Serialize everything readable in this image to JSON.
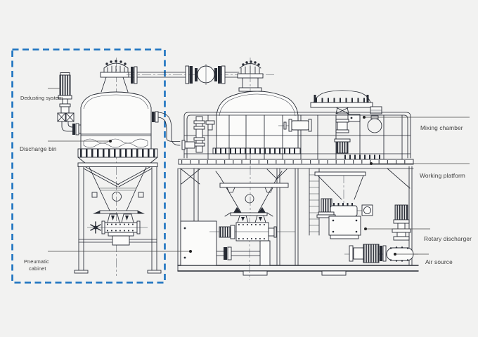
{
  "canvas": {
    "background": "#f2f2f1",
    "drawing_line_color": "#262a33",
    "highlight_box_color": "#1c73c0",
    "label_text_color": "#3d3d3d"
  },
  "diagram": {
    "labels": {
      "dedusting_system": "Dedusting system",
      "discharge_bin": "Discharge bin",
      "pneumatic_cabinet_line1": "Pneumatic",
      "pneumatic_cabinet_line2": "cabinet",
      "mixing_chamber": "Mixing chamber",
      "working_platform": "Working platform",
      "rotary_discharger": "Rotary discharger",
      "air_source": "Air source"
    }
  }
}
